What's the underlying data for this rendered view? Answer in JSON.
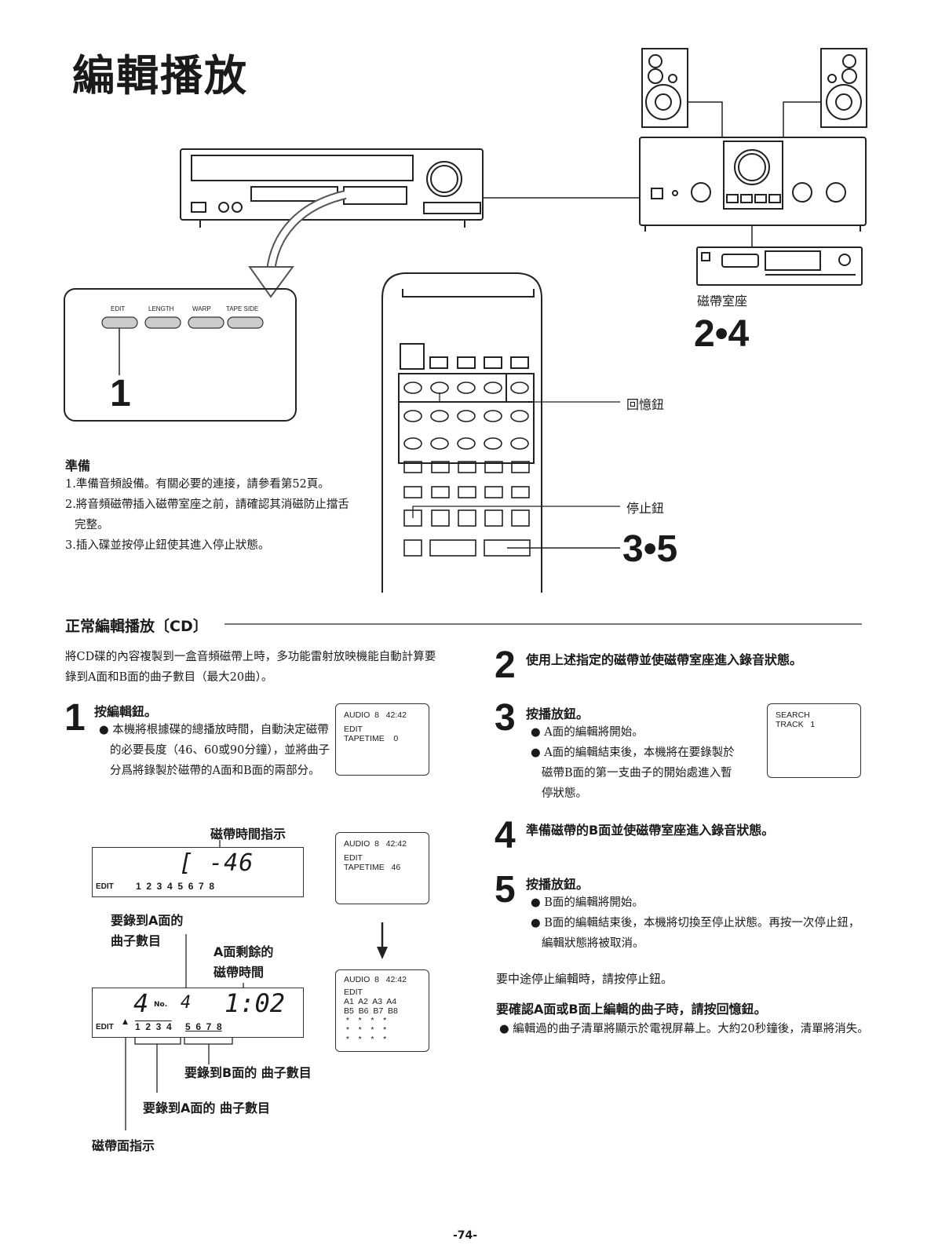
{
  "page_title": "編輯播放",
  "panel": {
    "buttons": [
      "EDIT",
      "LENGTH",
      "WARP",
      "TAPE SIDE"
    ],
    "step_label": "1"
  },
  "tape_deck_label": "磁帶室座",
  "tape_deck_steps": "2•4",
  "remote": {
    "recall_label": "回憶鈕",
    "stop_label": "停止鈕",
    "play_steps": "3•5"
  },
  "prep": {
    "heading": "準備",
    "items": [
      "1.準備音頻設備。有關必要的連接，請參看第52頁。",
      "2.將音頻磁帶插入磁帶室座之前，請確認其消磁防止擋舌完整。",
      "3.插入碟並按停止鈕使其進入停止狀態。"
    ]
  },
  "section_heading": "正常編輯播放〔CD〕",
  "intro": "將CD碟的內容複製到一盒音頻磁帶上時，多功能雷射放映機能自動計算要錄到A面和B面的曲子數目（最大20曲）。",
  "steps": [
    {
      "num": "1",
      "heading": "按編輯鈕。",
      "bullets": [
        "本機將根據碟的總播放時間，自動決定磁帶的必要長度（46、60或90分鐘），並將曲子分爲將錄製於磁帶的A面和B面的兩部分。"
      ]
    },
    {
      "num": "2",
      "heading": "使用上述指定的磁帶並使磁帶室座進入錄音狀態。",
      "bullets": []
    },
    {
      "num": "3",
      "heading": "按播放鈕。",
      "bullets": [
        "A面的編輯將開始。",
        "A面的編輯結束後，本機將在要錄製於磁帶B面的第一支曲子的開始處進入暫停狀態。"
      ]
    },
    {
      "num": "4",
      "heading": "準備磁帶的B面並使磁帶室座進入錄音狀態。",
      "bullets": []
    },
    {
      "num": "5",
      "heading": "按播放鈕。",
      "bullets": [
        "B面的編輯將開始。",
        "B面的編輯結束後，本機將切換至停止狀態。再按一次停止鈕，編輯狀態將被取消。"
      ]
    }
  ],
  "tv_screens": {
    "s1": [
      "AUDIO  8   42:42",
      "",
      "EDIT",
      "TAPETIME    0"
    ],
    "s2": [
      "AUDIO  8   42:42",
      "",
      "EDIT",
      "TAPETIME   46"
    ],
    "s3": [
      "AUDIO  8   42:42",
      "",
      "EDIT",
      "A1  A2  A3  A4",
      "B5  B6  B7  B8",
      " *    *    *    *",
      " *    *    *    *",
      " *    *    *    *"
    ],
    "s4": [
      "SEARCH",
      "TRACK   1"
    ]
  },
  "display1": {
    "callout": "磁帶時間指示",
    "segment": "[ -46",
    "edit": "EDIT",
    "tracks": "1  2  3  4  5  6  7  8"
  },
  "display2": {
    "callout_a_count": "要錄到A面的\n曲子數目",
    "callout_remaining": "A面剩餘的\n磁帶時間",
    "big_num": "4",
    "no_label": "No.",
    "small_num": "4",
    "time": "1:02",
    "edit": "EDIT",
    "tracks_a": "1  2  3  4",
    "tracks_b": "5  6  7  8",
    "label_b": "要錄到B面的 曲子數目",
    "label_a": "要錄到A面的 曲子數目",
    "label_side": "磁帶面指示"
  },
  "stop_midway": "要中途停止編輯時，請按停止鈕。",
  "confirm_heading": "要確認A面或B面上編輯的曲子時，請按回憶鈕。",
  "confirm_bullet": "編輯過的曲子清單將顯示於電視屏幕上。大約20秒鐘後，清單將消失。",
  "page_number": "-74-"
}
